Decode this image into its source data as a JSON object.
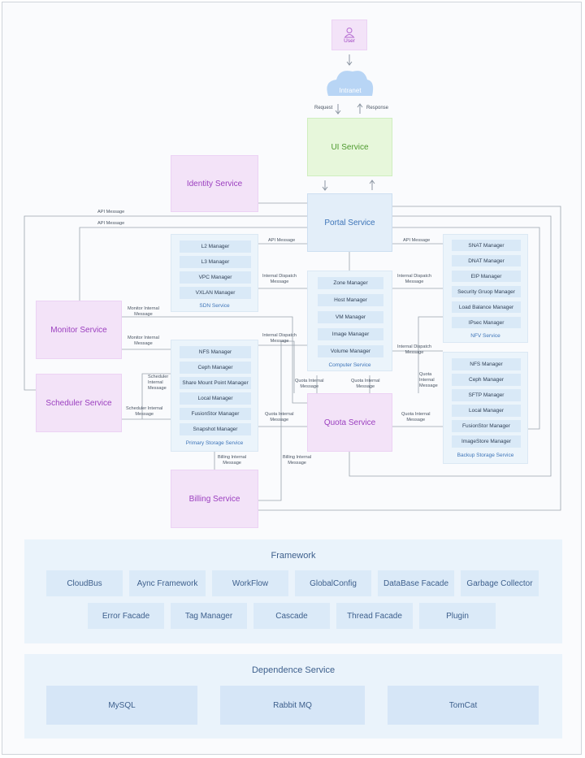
{
  "top": {
    "user": "User",
    "intranet": "Intranet",
    "request": "Request",
    "response": "Response",
    "ui_service": "UI Service",
    "identity_service": "Identity Service",
    "portal_service": "Portal Service"
  },
  "services": {
    "monitor": "Monitor Service",
    "scheduler": "Scheduler Service",
    "quota": "Quota Service",
    "billing": "Billing Service"
  },
  "sdn": {
    "title": "SDN Service",
    "items": [
      "L2 Manager",
      "L3 Manager",
      "VPC Manager",
      "VXLAN Manager"
    ]
  },
  "compute": {
    "title": "Computer Service",
    "items": [
      "Zone Manager",
      "Host Manager",
      "VM Manager",
      "Image Manager",
      "Volume Manager"
    ]
  },
  "nfv": {
    "title": "NFV Service",
    "items": [
      "SNAT Manager",
      "DNAT Manager",
      "EIP Manager",
      "Security Gruop Manager",
      "Load Balance Manager",
      "IPsec Manager"
    ]
  },
  "primary": {
    "title": "Primary Storage Service",
    "items": [
      "NFS Manager",
      "Ceph Manager",
      "Share Mount Point Manager",
      "Local Manager",
      "FusionStor Manager",
      "Snapshot Manager"
    ]
  },
  "backup": {
    "title": "Backup Storage Service",
    "items": [
      "NFS Manager",
      "Ceph Manager",
      "SFTP Manager",
      "Local Manager",
      "FusionStor Manager",
      "ImageStore Manager"
    ]
  },
  "labels": {
    "api_message": "API Message",
    "internal_dispatch_1": "Internal Dispatch",
    "internal_dispatch_2": "Message",
    "monitor_internal_1": "Monitor Internal",
    "monitor_internal_2": "Message",
    "scheduler_internal_1": "Scheduler Internal",
    "scheduler_internal_2": "Message",
    "scheduler_v_1": "Scheduler",
    "scheduler_v_2": "Internal",
    "scheduler_v_3": "Message",
    "quota_internal_1": "Quota Internal",
    "quota_internal_2": "Message",
    "quota_v_1": "Quota",
    "quota_v_2": "Internal",
    "quota_v_3": "Message",
    "billing_internal_1": "Billing Internal",
    "billing_internal_2": "Message"
  },
  "framework": {
    "title": "Framework",
    "row1": [
      "CloudBus",
      "Aync Framework",
      "WorkFlow",
      "GlobalConfig",
      "DataBase Facade",
      "Garbage Collector"
    ],
    "row2": [
      "Error Facade",
      "Tag Manager",
      "Cascade",
      "Thread Facade",
      "Plugin"
    ]
  },
  "dependence": {
    "title": "Dependence Service",
    "items": [
      "MySQL",
      "Rabbit MQ",
      "TomCat"
    ]
  }
}
